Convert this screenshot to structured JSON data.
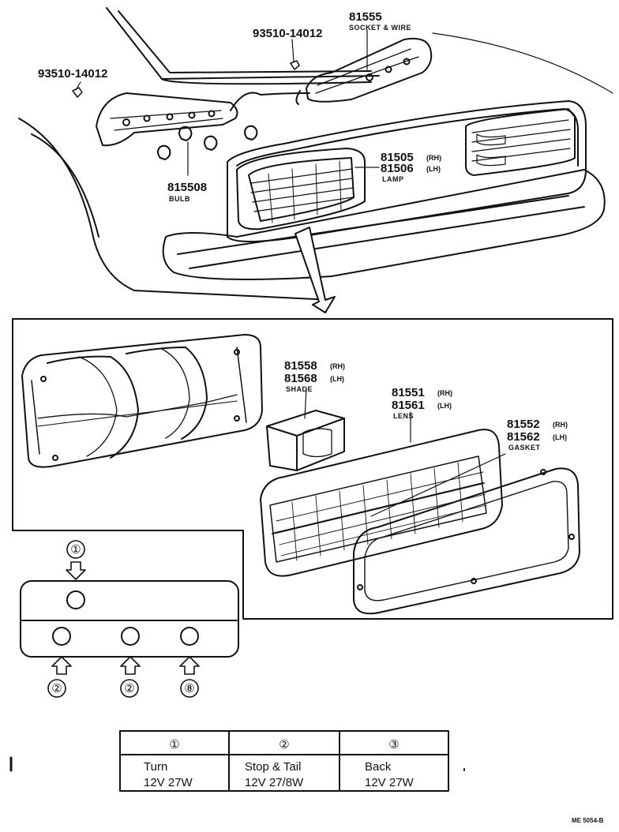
{
  "callouts": {
    "screw_left": "93510-14012",
    "screw_top": "93510-14012",
    "socket": {
      "number": "81555",
      "name": "SOCKET & WIRE"
    },
    "bulb": {
      "number": "815508",
      "name": "BULB"
    },
    "lamp": {
      "rh_number": "81505",
      "rh": "(RH)",
      "lh_number": "81506",
      "lh": "(LH)",
      "name": "LAMP"
    },
    "shade": {
      "rh_number": "81558",
      "rh": "(RH)",
      "lh_number": "81568",
      "lh": "(LH)",
      "name": "SHADE"
    },
    "lens": {
      "rh_number": "81551",
      "rh": "(RH)",
      "lh_number": "81561",
      "lh": "(LH)",
      "name": "LENS"
    },
    "gasket": {
      "rh_number": "81552",
      "rh": "(RH)",
      "lh_number": "81562",
      "lh": "(LH)",
      "name": "GASKET"
    }
  },
  "bulb_key": {
    "top": "①",
    "bottom": [
      "②",
      "②",
      "⑧"
    ]
  },
  "table": {
    "headers": [
      "①",
      "②",
      "③"
    ],
    "rows": [
      {
        "name": "Turn",
        "spec": "12V 27W"
      },
      {
        "name": "Stop & Tail",
        "spec": "12V 27/8W"
      },
      {
        "name": "Back",
        "spec": "12V 27W"
      }
    ]
  },
  "footer_code": "ME 5054-B"
}
